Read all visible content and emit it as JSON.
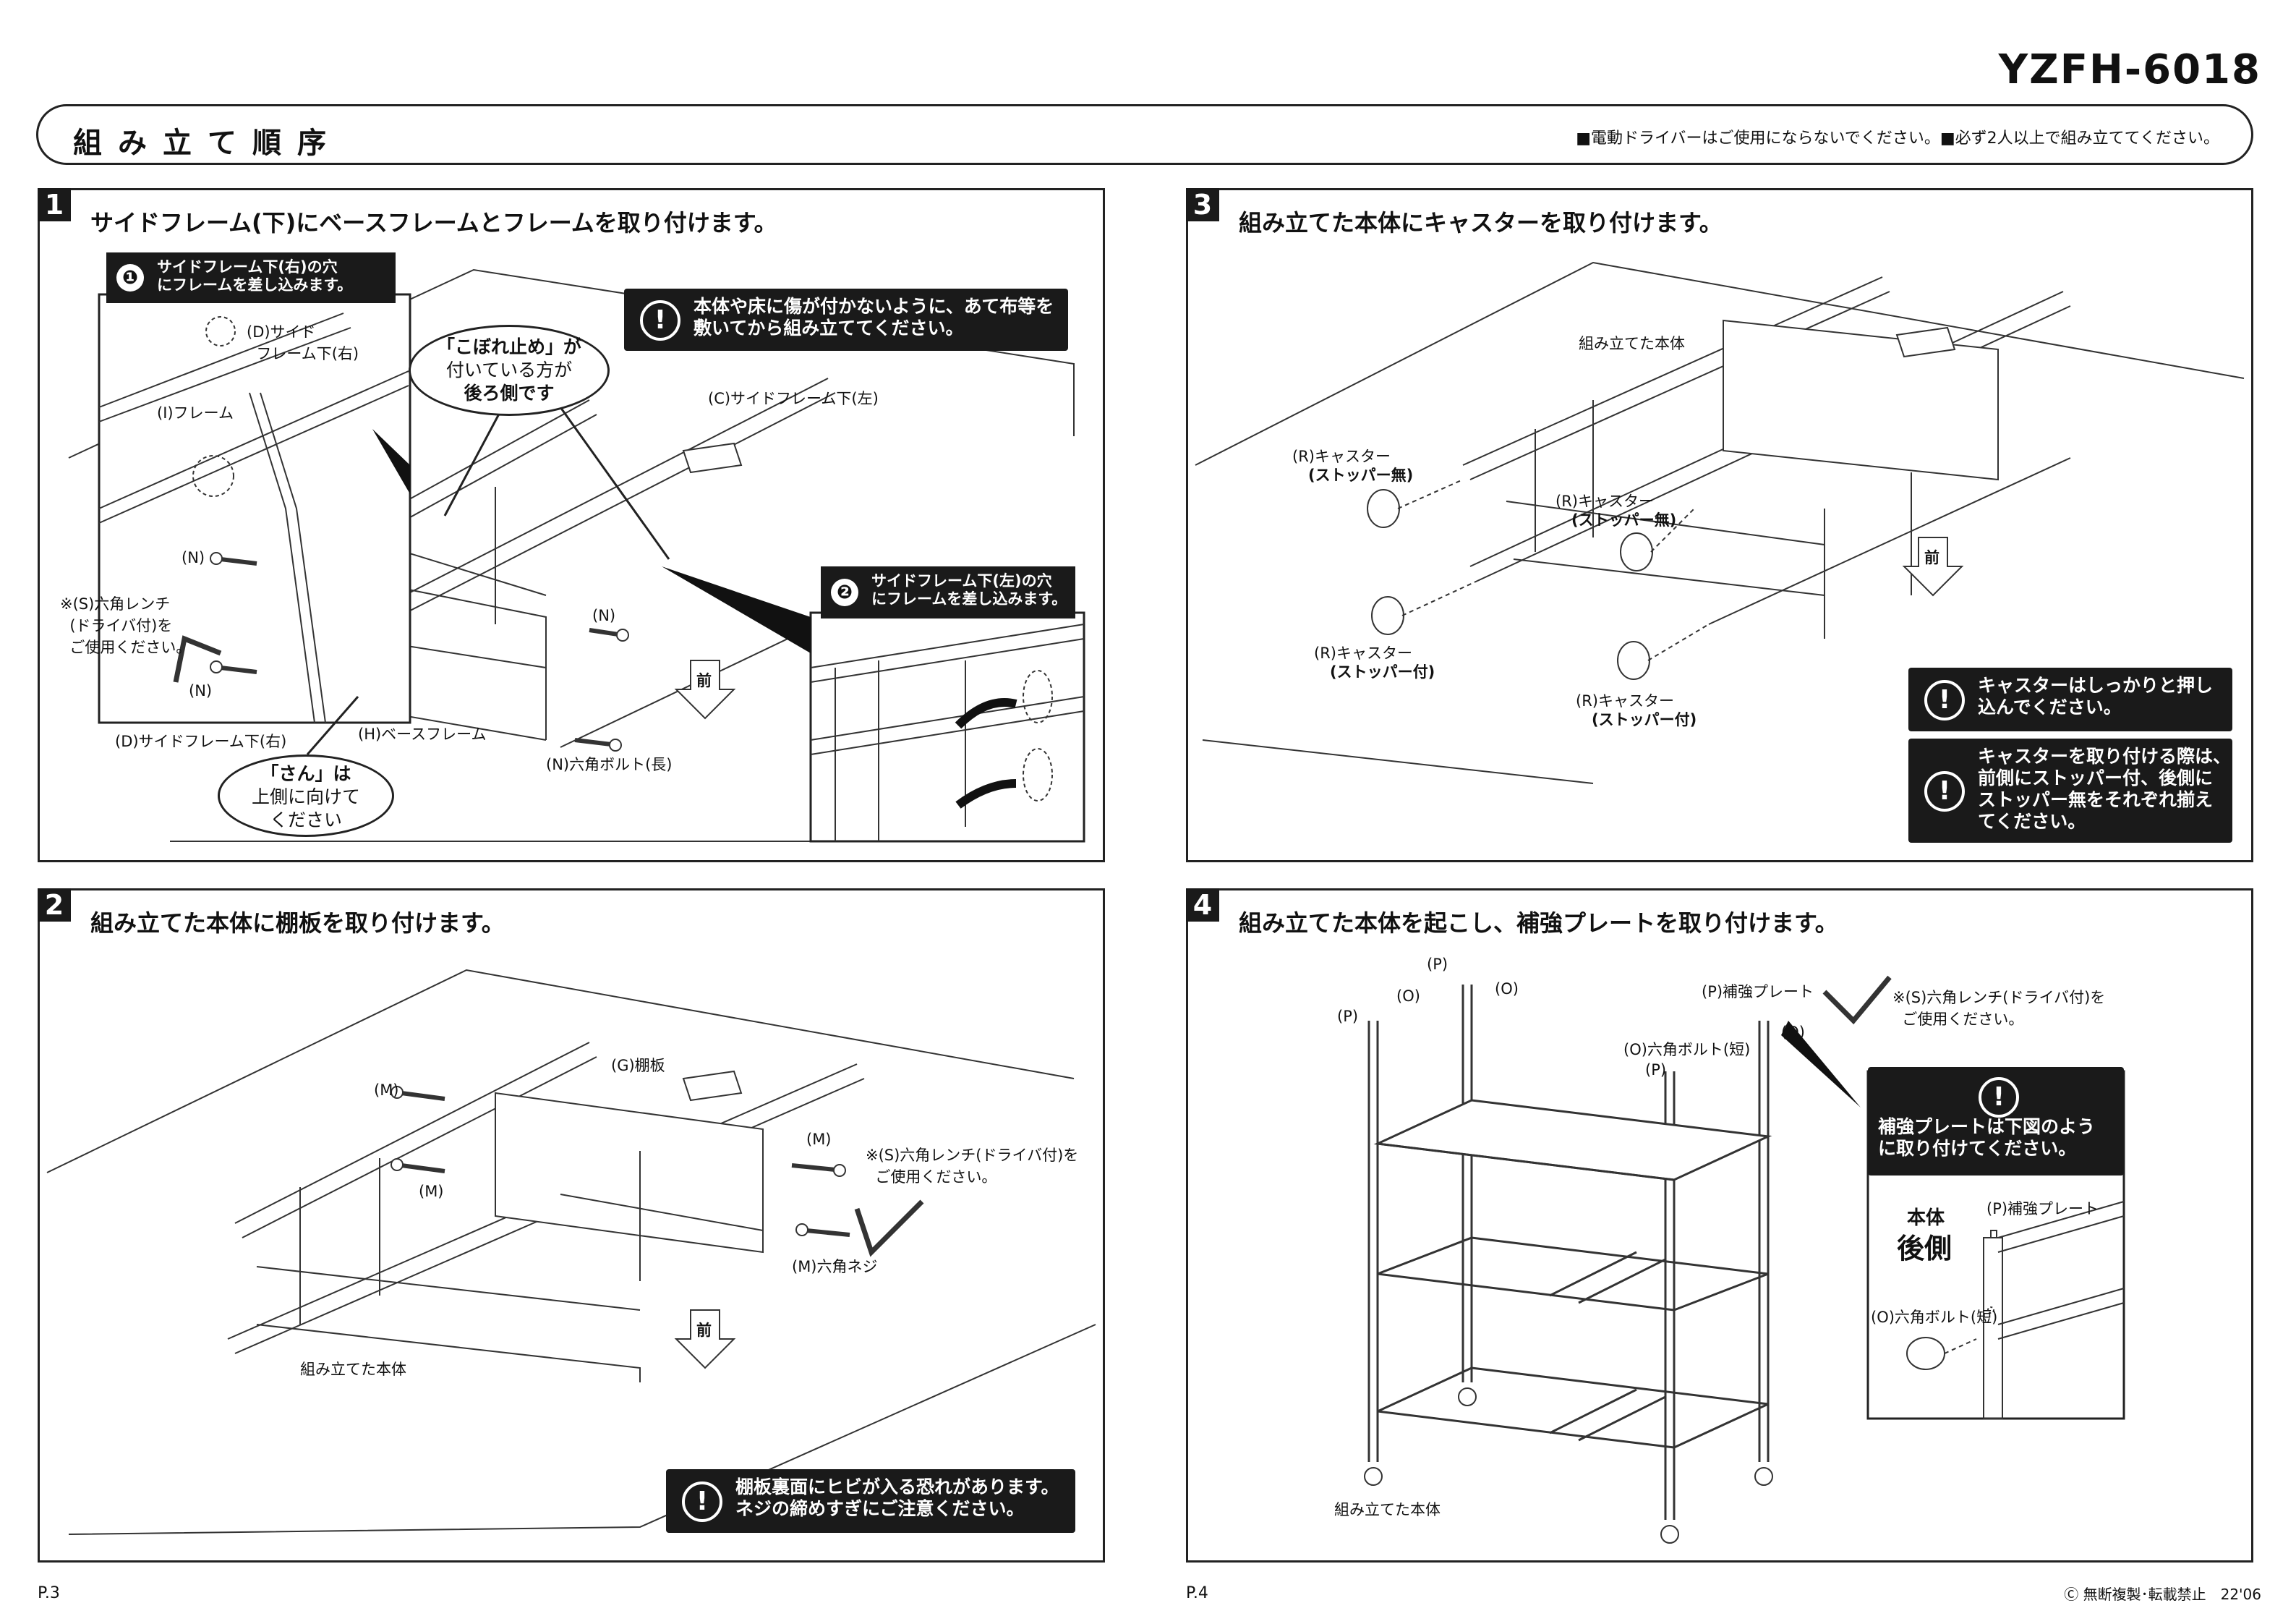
{
  "header": {
    "model": "YZFH-6018",
    "title": "組み立て順序",
    "note": "■電動ドライバーはご使用にならないでください。■必ず2人以上で組み立ててください。"
  },
  "step1": {
    "number": "1",
    "title": "サイドフレーム(下)にベースフレームとフレームを取り付けます。",
    "callout1": {
      "num": "❶",
      "text": "サイドフレーム下(右)の穴\nにフレームを差し込みます。"
    },
    "callout2": {
      "num": "❷",
      "text": "サイドフレーム下(左)の穴\nにフレームを差し込みます。"
    },
    "warning": "本体や床に傷が付かないように、あて布等を\n敷いてから組み立ててください。",
    "bubble_top": {
      "line1": "「こぼれ止め」が",
      "line2": "付いている方が",
      "line3": "後ろ側です"
    },
    "bubble_bottom": {
      "line1": "「さん」は",
      "line2": "上側に向けて",
      "line3": "ください"
    },
    "labels": {
      "d_side_inset": "(D)サイド\n  フレーム下(右)",
      "i_frame": "(I)フレーム",
      "c_side": "(C)サイドフレーム下(左)",
      "n1": "(N)",
      "n2": "(N)",
      "n3": "(N)",
      "wrench": "※(S)六角レンチ\n  (ドライバ付)を\n  ご使用ください。",
      "d_side": "(D)サイドフレーム下(右)",
      "h_base": "(H)ベースフレーム",
      "n_bolt": "(N)六角ボルト(長)",
      "front": "前"
    }
  },
  "step2": {
    "number": "2",
    "title": "組み立てた本体に棚板を取り付けます。",
    "warning": "棚板裏面にヒビが入る恐れがあります。\nネジの締めすぎにご注意ください。",
    "labels": {
      "g_shelf": "(G)棚板",
      "m1": "(M)",
      "m2": "(M)",
      "m3": "(M)",
      "wrench": "※(S)六角レンチ(ドライバ付)を\n  ご使用ください。",
      "m_screw": "(M)六角ネジ",
      "body": "組み立てた本体",
      "front": "前"
    }
  },
  "step3": {
    "number": "3",
    "title": "組み立てた本体にキャスターを取り付けます。",
    "warning1": "キャスターはしっかりと押し\n込んでください。",
    "warning2": "キャスターを取り付ける際は、\n前側にストッパー付、後側に\nストッパー無をそれぞれ揃え\nてください。",
    "labels": {
      "body": "組み立てた本体",
      "r1a": "(R)キャスター",
      "r1b": "(ストッパー無)",
      "r2a": "(R)キャスター",
      "r2b": "(ストッパー無)",
      "r3a": "(R)キャスター",
      "r3b": "(ストッパー付)",
      "r4a": "(R)キャスター",
      "r4b": "(ストッパー付)",
      "front": "前"
    }
  },
  "step4": {
    "number": "4",
    "title": "組み立てた本体を起こし、補強プレートを取り付けます。",
    "warning": "補強プレートは下図のよう\nに取り付けてください。",
    "labels": {
      "p1": "(P)",
      "p2": "(P)",
      "p3": "(P)",
      "o1": "(O)",
      "o2": "(O)",
      "o3": "(O)",
      "p_plate": "(P)補強プレート",
      "o_bolt": "(O)六角ボルト(短)",
      "wrench": "※(S)六角レンチ(ドライバ付)を\n  ご使用ください。",
      "body": "組み立てた本体",
      "inset_back1": "本体",
      "inset_back2": "後側",
      "inset_plate": "(P)補強プレート",
      "inset_bolt": "(O)六角ボルト(短)"
    }
  },
  "footer": {
    "page_left": "P.3",
    "page_right": "P.4",
    "copyright": "Ⓒ 無断複製･転載禁止　22'06"
  }
}
